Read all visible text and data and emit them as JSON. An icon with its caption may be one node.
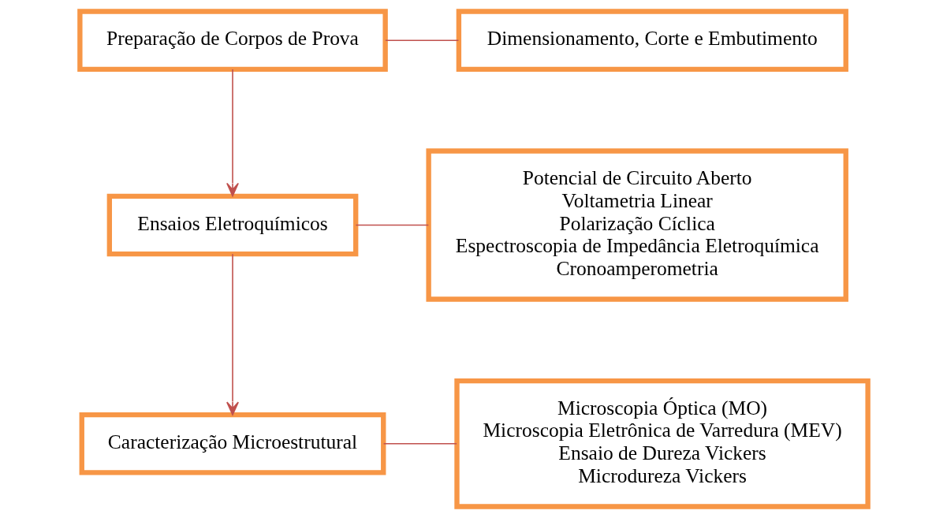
{
  "diagram": {
    "nodes": [
      {
        "text": [
          "Preparação de Corpos de Prova"
        ]
      },
      {
        "text": [
          "Dimensionamento, Corte e Embutimento"
        ]
      },
      {
        "text": [
          "Ensaios Eletroquímicos"
        ]
      },
      {
        "text": [
          "Potencial de Circuito Aberto",
          "Voltametria Linear",
          "Polarização Cíclica",
          "Espectroscopia de Impedância Eletroquímica",
          "Cronoamperometria"
        ]
      },
      {
        "text": [
          "Caracterização Microestrutural"
        ]
      },
      {
        "text": [
          "Microscopia Óptica (MO)",
          "Microscopia Eletrônica de Varredura (MEV)",
          "Ensaio de Dureza Vickers",
          "Microdureza Vickers"
        ]
      }
    ],
    "edges": [
      {
        "from": 0,
        "to": 1,
        "arrow": "none"
      },
      {
        "from": 0,
        "to": 2,
        "arrow": "to"
      },
      {
        "from": 2,
        "to": 3,
        "arrow": "none"
      },
      {
        "from": 2,
        "to": 4,
        "arrow": "to"
      },
      {
        "from": 4,
        "to": 5,
        "arrow": "none"
      }
    ]
  }
}
